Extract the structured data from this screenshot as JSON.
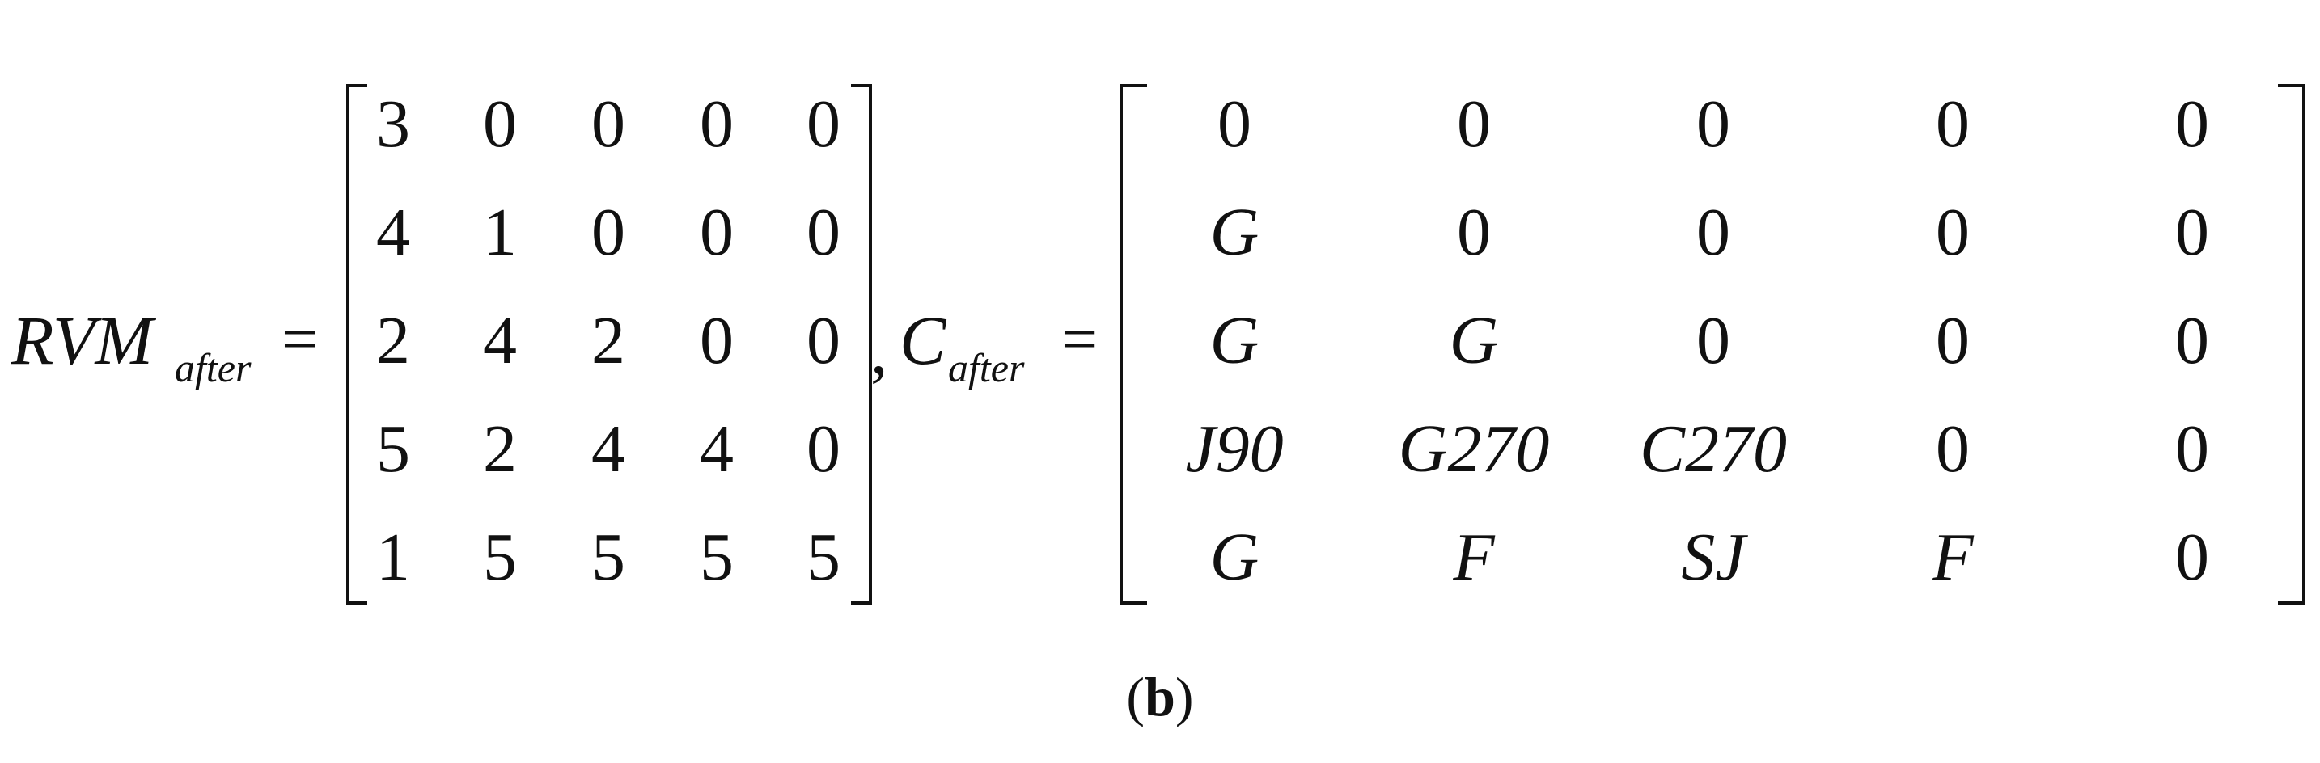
{
  "equation": {
    "lhs1": {
      "base": "RVM",
      "sub": "after"
    },
    "equals": "=",
    "separator": ",",
    "lhs2": {
      "base": "C",
      "sub": "after"
    }
  },
  "rvm_matrix": [
    [
      "3",
      "0",
      "0",
      "0",
      "0"
    ],
    [
      "4",
      "1",
      "0",
      "0",
      "0"
    ],
    [
      "2",
      "4",
      "2",
      "0",
      "0"
    ],
    [
      "5",
      "2",
      "4",
      "4",
      "0"
    ],
    [
      "1",
      "5",
      "5",
      "5",
      "5"
    ]
  ],
  "c_matrix": [
    [
      "0",
      "0",
      "0",
      "0",
      "0"
    ],
    [
      "G",
      "0",
      "0",
      "0",
      "0"
    ],
    [
      "G",
      "G",
      "0",
      "0",
      "0"
    ],
    [
      "J90",
      "G270",
      "C270",
      "0",
      "0"
    ],
    [
      "G",
      "F",
      "SJ",
      "F",
      "0"
    ]
  ],
  "caption": {
    "open": "(",
    "label": "b",
    "close": ")"
  }
}
